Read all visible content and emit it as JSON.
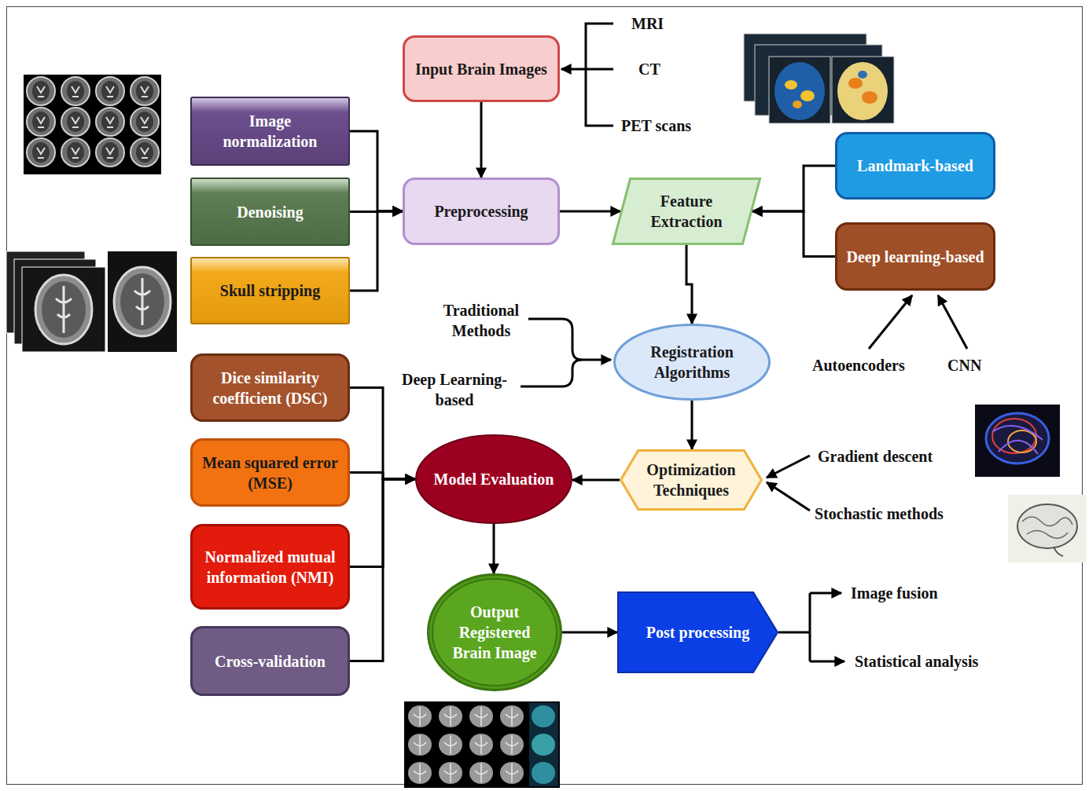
{
  "diagram": {
    "nodes": [
      {
        "text": [
          "Input Brain Images"
        ]
      },
      {
        "text": [
          "Image normalization"
        ]
      },
      {
        "text": [
          "Denoising"
        ]
      },
      {
        "text": [
          "Skull stripping"
        ]
      },
      {
        "text": [
          "Preprocessing"
        ]
      },
      {
        "text": [
          "Feature Extraction"
        ]
      },
      {
        "text": [
          "Landmark-based"
        ]
      },
      {
        "text": [
          "Deep learning-based"
        ]
      },
      {
        "text": [
          "Registration Algorithms"
        ]
      },
      {
        "text": [
          "Dice similarity coefficient (DSC)"
        ]
      },
      {
        "text": [
          "Mean squared error (MSE)"
        ]
      },
      {
        "text": [
          "Normalized mutual information (NMI)"
        ]
      },
      {
        "text": [
          "Cross-validation"
        ]
      },
      {
        "text": [
          "Model Evaluation"
        ]
      },
      {
        "text": [
          "Optimization Techniques"
        ]
      },
      {
        "text": [
          "Output Registered Brain Image"
        ]
      },
      {
        "text": [
          "Post processing"
        ]
      }
    ],
    "edges": [
      {
        "from": 0,
        "to": 4,
        "arrow": "to"
      },
      {
        "from": 1,
        "to": 4,
        "arrow": "to"
      },
      {
        "from": 2,
        "to": 4,
        "arrow": "to"
      },
      {
        "from": 3,
        "to": 4,
        "arrow": "to"
      },
      {
        "from": 4,
        "to": 5,
        "arrow": "to"
      },
      {
        "from": 6,
        "to": 5,
        "arrow": "to"
      },
      {
        "from": 7,
        "to": 5,
        "arrow": "to"
      },
      {
        "from": 5,
        "to": 8,
        "arrow": "to"
      },
      {
        "from": 8,
        "to": 14,
        "arrow": "to"
      },
      {
        "from": 14,
        "to": 13,
        "arrow": "to"
      },
      {
        "from": 9,
        "to": 13,
        "arrow": "to"
      },
      {
        "from": 10,
        "to": 13,
        "arrow": "to"
      },
      {
        "from": 11,
        "to": 13,
        "arrow": "to"
      },
      {
        "from": 12,
        "to": 13,
        "arrow": "to"
      },
      {
        "from": 13,
        "to": 15,
        "arrow": "to"
      },
      {
        "from": 15,
        "to": 16,
        "arrow": "to"
      }
    ],
    "labels": [
      "MRI",
      "CT",
      "PET scans",
      "Traditional Methods",
      "Deep Learning-based",
      "Autoencoders",
      "CNN",
      "Gradient descent",
      "Stochastic methods",
      "Image fusion",
      "Statistical analysis"
    ]
  }
}
